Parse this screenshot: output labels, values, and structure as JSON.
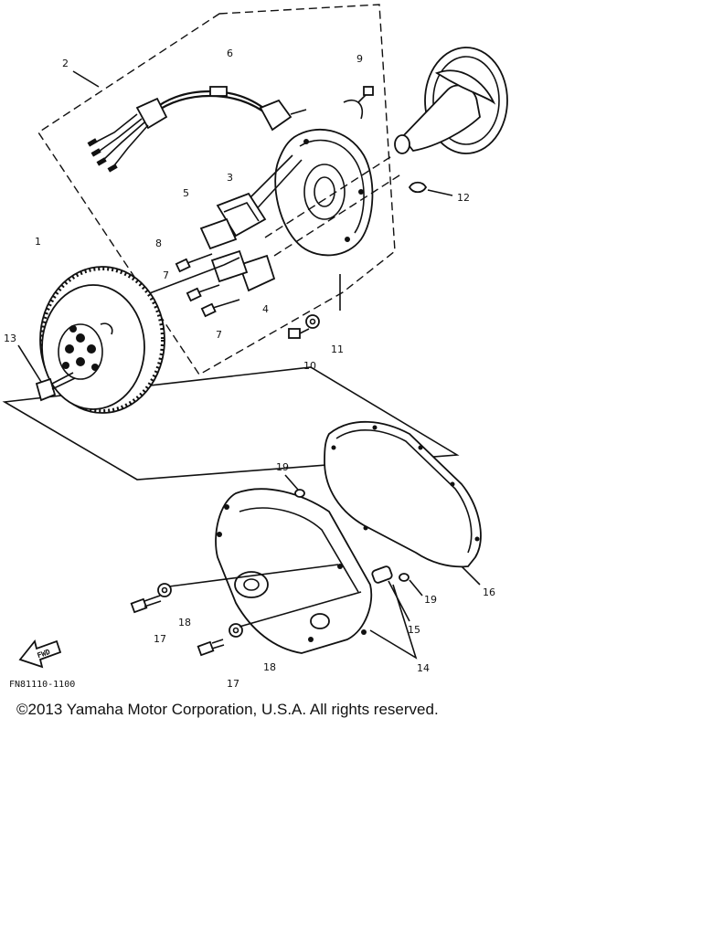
{
  "callouts": [
    "1",
    "2",
    "3",
    "4",
    "5",
    "6",
    "7",
    "7",
    "8",
    "9",
    "10",
    "11",
    "12",
    "13",
    "14",
    "15",
    "16",
    "17",
    "17",
    "18",
    "18",
    "19",
    "19"
  ],
  "fwd_label": "FWD",
  "figure_code": "FN81110-1100",
  "copyright": "©2013 Yamaha Motor Corporation, U.S.A. All rights reserved."
}
